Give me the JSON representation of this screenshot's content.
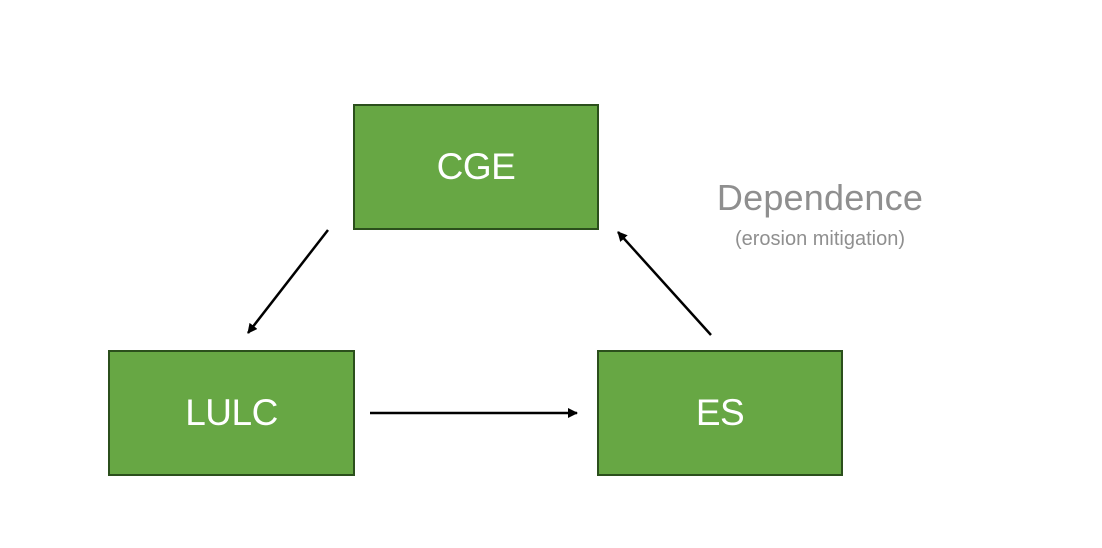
{
  "nodes": {
    "cge": "CGE",
    "lulc": "LULC",
    "es": "ES"
  },
  "annotation": {
    "title": "Dependence",
    "subtitle": "(erosion mitigation)"
  },
  "colors": {
    "node_fill": "#67a744",
    "node_border": "#2b4f1c",
    "node_text": "#ffffff",
    "arrow": "#000000",
    "annotation_text": "#8f8f8f"
  },
  "edges": [
    {
      "from": "CGE",
      "to": "LULC"
    },
    {
      "from": "LULC",
      "to": "ES"
    },
    {
      "from": "ES",
      "to": "CGE"
    }
  ]
}
